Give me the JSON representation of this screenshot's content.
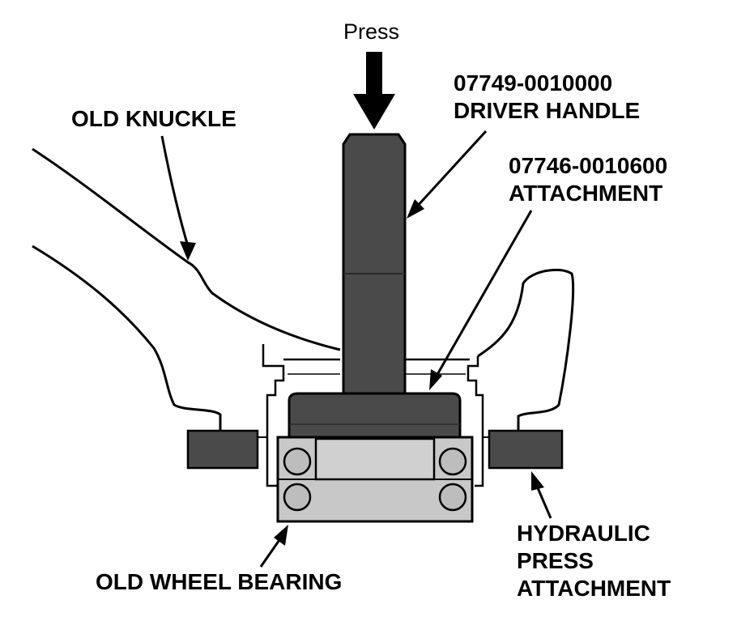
{
  "press_label": "Press",
  "labels": {
    "driver_handle": {
      "part_number": "07749-0010000",
      "name": "DRIVER HANDLE"
    },
    "attachment": {
      "part_number": "07746-0010600",
      "name": "ATTACHMENT"
    },
    "old_knuckle": "OLD KNUCKLE",
    "old_wheel_bearing": "OLD WHEEL BEARING",
    "hydraulic_press_attachment": [
      "HYDRAULIC",
      "PRESS",
      "ATTACHMENT"
    ]
  },
  "colors": {
    "tool_dark": "#4a4a4a",
    "bearing_gray": "#c8c8c8",
    "line": "#000000"
  }
}
